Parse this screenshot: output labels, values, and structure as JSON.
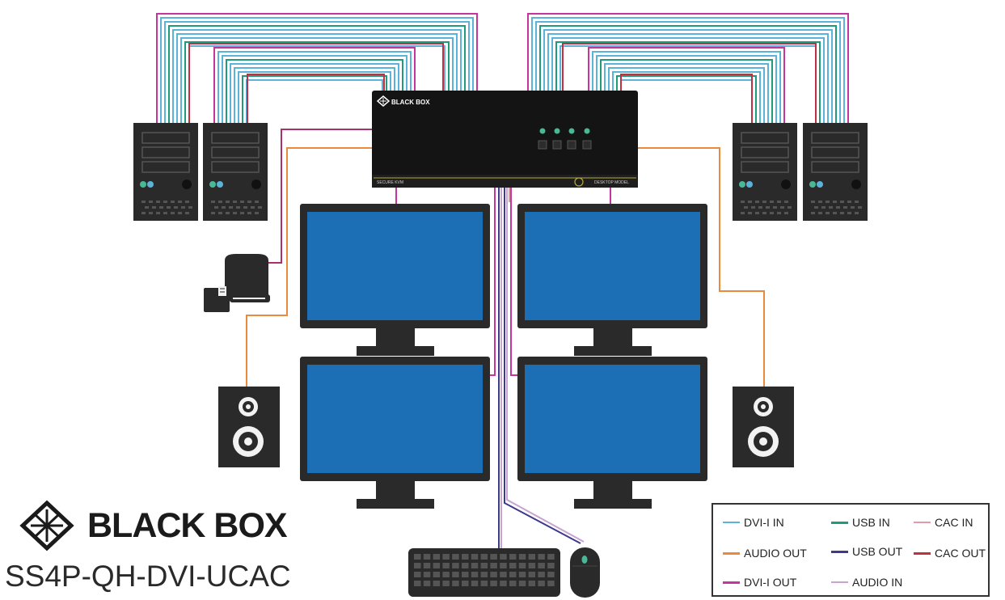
{
  "device": {
    "brand_label": "BLACK BOX",
    "front_left_text": "SECURE KVM",
    "front_right_text": "DESKTOP MODEL"
  },
  "brand": {
    "name": "BLACK BOX",
    "model": "SS4P-QH-DVI-UCAC"
  },
  "legend": {
    "items": [
      {
        "label": "DVI-I IN",
        "color": "#5bb3d9"
      },
      {
        "label": "USB IN",
        "color": "#1f9a7a"
      },
      {
        "label": "CAC IN",
        "color": "#e29aa8"
      },
      {
        "label": "AUDIO OUT",
        "color": "#e98a3c"
      },
      {
        "label": "USB OUT",
        "color": "#3d3a8c"
      },
      {
        "label": "CAC OUT",
        "color": "#c02f42"
      },
      {
        "label": "DVI-I OUT",
        "color": "#c5359d"
      },
      {
        "label": "AUDIO IN",
        "color": "#c8a3d2"
      }
    ]
  },
  "colors": {
    "screen": "#1d6fb5",
    "device_body": "#141414",
    "hardware": "#2a2a2a",
    "status_led": "#49b896"
  },
  "icons": [
    "computer-tower-icon",
    "monitor-icon",
    "speaker-icon",
    "keyboard-icon",
    "mouse-icon",
    "cac-reader-icon",
    "black-box-logo-icon"
  ]
}
